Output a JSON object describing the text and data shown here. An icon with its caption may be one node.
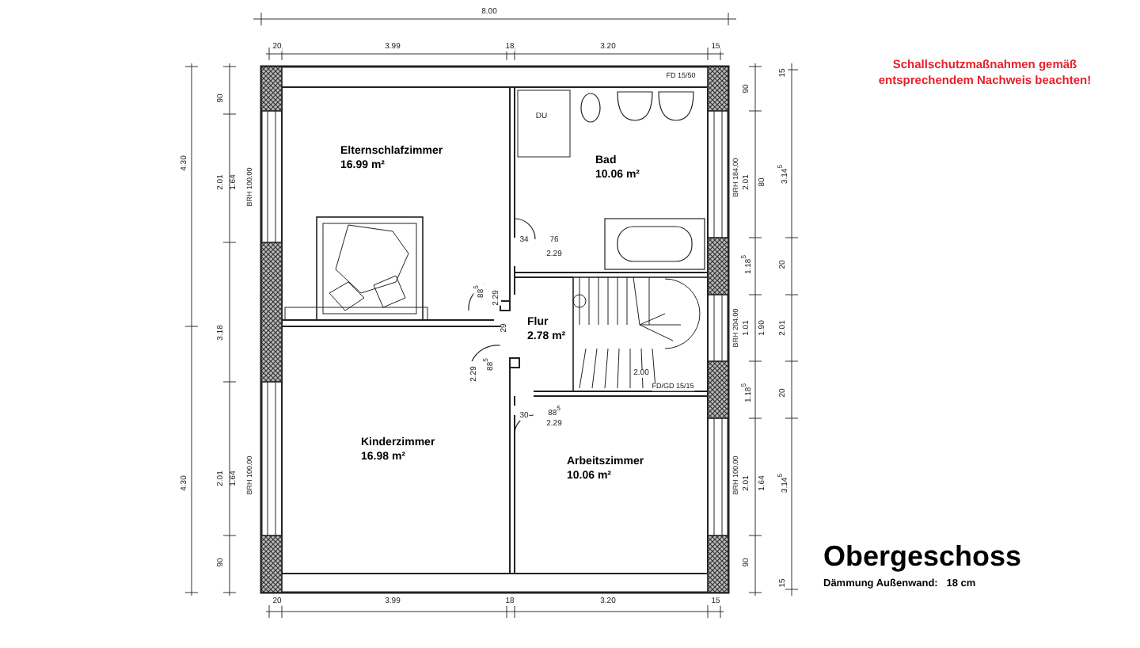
{
  "diagram": {
    "title": "Obergeschoss",
    "caption": "Dämmung Außenwand:   18 cm",
    "nodes": [
      {
        "text": [
          "Elternschlafzimmer",
          "16.99 m²"
        ]
      },
      {
        "text": [
          "Bad",
          "10.06 m²"
        ]
      },
      {
        "text": [
          "Flur",
          "2.78 m²"
        ]
      },
      {
        "text": [
          "Kinderzimmer",
          "16.98 m²"
        ]
      },
      {
        "text": [
          "Arbeitszimmer",
          "10.06 m²"
        ]
      }
    ],
    "edges": [],
    "labels": [
      "Schallschutzmaßnahmen gemäß entsprechendem Nachweis beachten!",
      "8.00",
      "20",
      "3.99",
      "18",
      "3.20",
      "15",
      "FD 15/50",
      "DU",
      "90",
      "4.30",
      "2.01",
      "1.64",
      "BRH 100.00",
      "34",
      "76",
      "2.29",
      "BRH 184.00",
      "90",
      "2.01",
      "80",
      "15",
      "3.14$^{5}$",
      "1.18$^{5}$",
      "20",
      "88$^{5}$",
      "2.29",
      "29",
      "3.18",
      "1.01",
      "1.90",
      "BRH 204.00",
      "2.01",
      "88$^{5}$",
      "2.29",
      "2.00",
      "FD/GD 15/15",
      "30",
      "88$^{5}$",
      "2.29",
      "1.18$^{5}$",
      "20",
      "2.01",
      "1.64",
      "BRH 100.00",
      "4.30",
      "BRH 100.00",
      "2.01",
      "1.64",
      "3.14$^{5}$",
      "90",
      "90",
      "15",
      "20",
      "3.99",
      "18",
      "3.20",
      "15"
    ]
  }
}
